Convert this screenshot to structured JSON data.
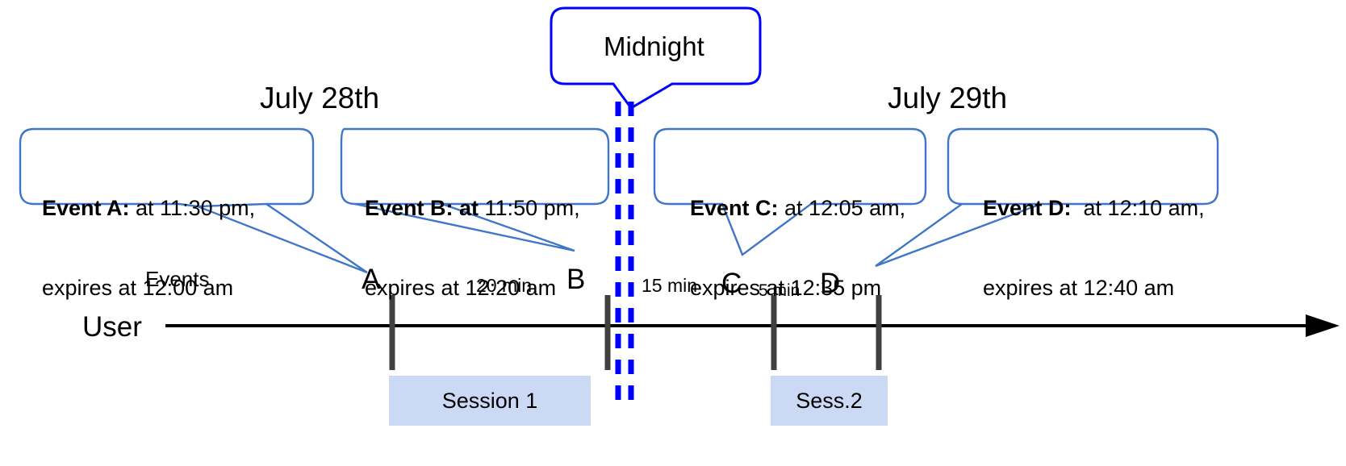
{
  "diagram": {
    "title_midnight": "Midnight",
    "dates": [
      {
        "id": "july-28",
        "label": "July 28th"
      },
      {
        "id": "july-29",
        "label": "July 29th"
      }
    ],
    "lanes": {
      "events_label": "Events",
      "user_label": "User"
    },
    "callouts": [
      {
        "id": "event-a",
        "bold": "Event A:",
        "line1_rest": " at 11:30 pm,",
        "line2": "expires at 12:00 am"
      },
      {
        "id": "event-b",
        "bold": "Event B: at",
        "line1_rest": " 11:50 pm,",
        "line2": "expires at 12:20 am"
      },
      {
        "id": "event-c",
        "bold": "Event C:",
        "line1_rest": " at 12:05 am,",
        "line2": "expires at 12:35 pm"
      },
      {
        "id": "event-d",
        "bold": "Event D:",
        "line1_rest": "  at 12:10 am,",
        "line2": "expires at 12:40 am"
      }
    ],
    "event_markers": [
      {
        "id": "marker-a",
        "label": "A"
      },
      {
        "id": "marker-b",
        "label": "B"
      },
      {
        "id": "marker-c",
        "label": "C"
      },
      {
        "id": "marker-d",
        "label": "D"
      }
    ],
    "gaps": [
      {
        "id": "gap-ab",
        "label": "20 min"
      },
      {
        "id": "gap-bc",
        "label": "15 min"
      },
      {
        "id": "gap-cd",
        "label": "5 min"
      }
    ],
    "sessions": [
      {
        "id": "session-1",
        "label": "Session 1"
      },
      {
        "id": "session-2",
        "label": "Sess.2"
      }
    ],
    "colors": {
      "callout_border": "#3f76c8",
      "midnight_border": "#0000ff",
      "midnight_dash": "#0000ff",
      "session_fill": "#ccd9f5",
      "axis": "#000000",
      "tick": "#404040",
      "text": "#000000"
    }
  }
}
